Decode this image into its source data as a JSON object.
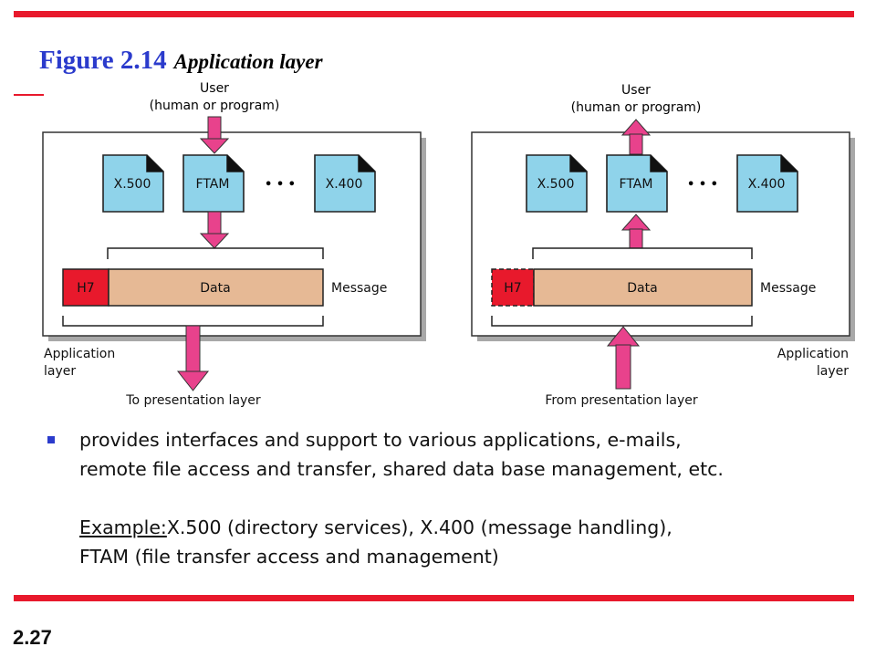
{
  "figure": {
    "number": "Figure 2.14",
    "name": "Application layer"
  },
  "diagram": {
    "left": {
      "user_line1": "User",
      "user_line2": "(human or program)",
      "boxes": [
        "X.500",
        "FTAM",
        "X.400"
      ],
      "ellipsis": "• • •",
      "header": "H7",
      "data": "Data",
      "message": "Message",
      "layer_line1": "Application",
      "layer_line2": "layer",
      "bottom_label": "To presentation layer"
    },
    "right": {
      "user_line1": "User",
      "user_line2": "(human or program)",
      "boxes": [
        "X.500",
        "FTAM",
        "X.400"
      ],
      "ellipsis": "• • •",
      "header": "H7",
      "data": "Data",
      "message": "Message",
      "layer_line1": "Application",
      "layer_line2": "layer",
      "bottom_label": "From presentation layer"
    },
    "colors": {
      "doc_box": "#8fd3ea",
      "arrow": "#e8428c",
      "header": "#e8192c",
      "data": "#e6b995",
      "panel": "#ffffff",
      "panel_shadow": "#a8a8a8"
    }
  },
  "bullet": {
    "line1": "provides interfaces and support to various applications, e-mails,",
    "line2": "remote file access and transfer, shared data base management, etc.",
    "example_label": "Example:",
    "example_line1": "X.500 (directory services), X.400 (message handling),",
    "example_line2": "FTAM (file transfer access and management)"
  },
  "slide_number": "2.27"
}
